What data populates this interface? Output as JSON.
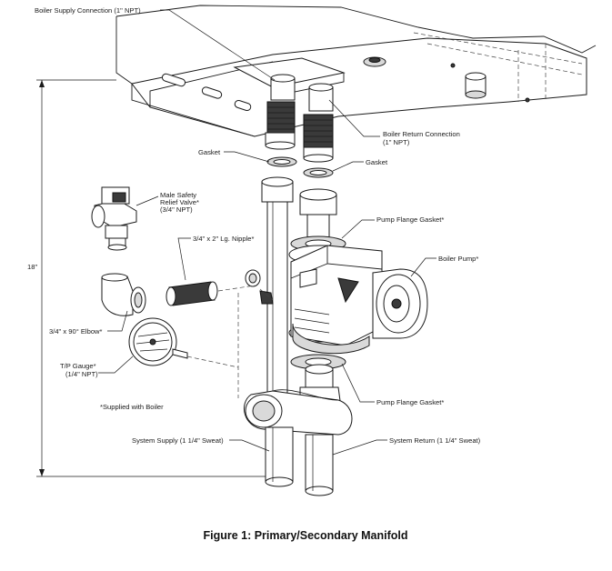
{
  "labels": {
    "boiler_supply": "Boiler Supply Connection (1\" NPT)",
    "boiler_return_1": "Boiler Return Connection",
    "boiler_return_2": "(1\" NPT)",
    "gasket_left": "Gasket",
    "gasket_right": "Gasket",
    "relief_valve_1": "Male Safety",
    "relief_valve_2": "Relief Valve*",
    "relief_valve_3": "(3/4\" NPT)",
    "pump_flange_gasket_top": "Pump Flange Gasket*",
    "nipple": "3/4\" x 2\" Lg. Nipple*",
    "boiler_pump": "Boiler Pump*",
    "height": "18\"",
    "elbow": "3/4\" x 90° Elbow*",
    "tp_gauge_1": "T/P Gauge*",
    "tp_gauge_2": "(1/4\" NPT)",
    "supplied_note": "*Supplied with Boiler",
    "pump_flange_gasket_bottom": "Pump Flange Gasket*",
    "system_supply": "System Supply (1 1/4\" Sweat)",
    "system_return": "System Return (1 1/4\" Sweat)"
  },
  "caption": "Figure 1: Primary/Secondary Manifold"
}
